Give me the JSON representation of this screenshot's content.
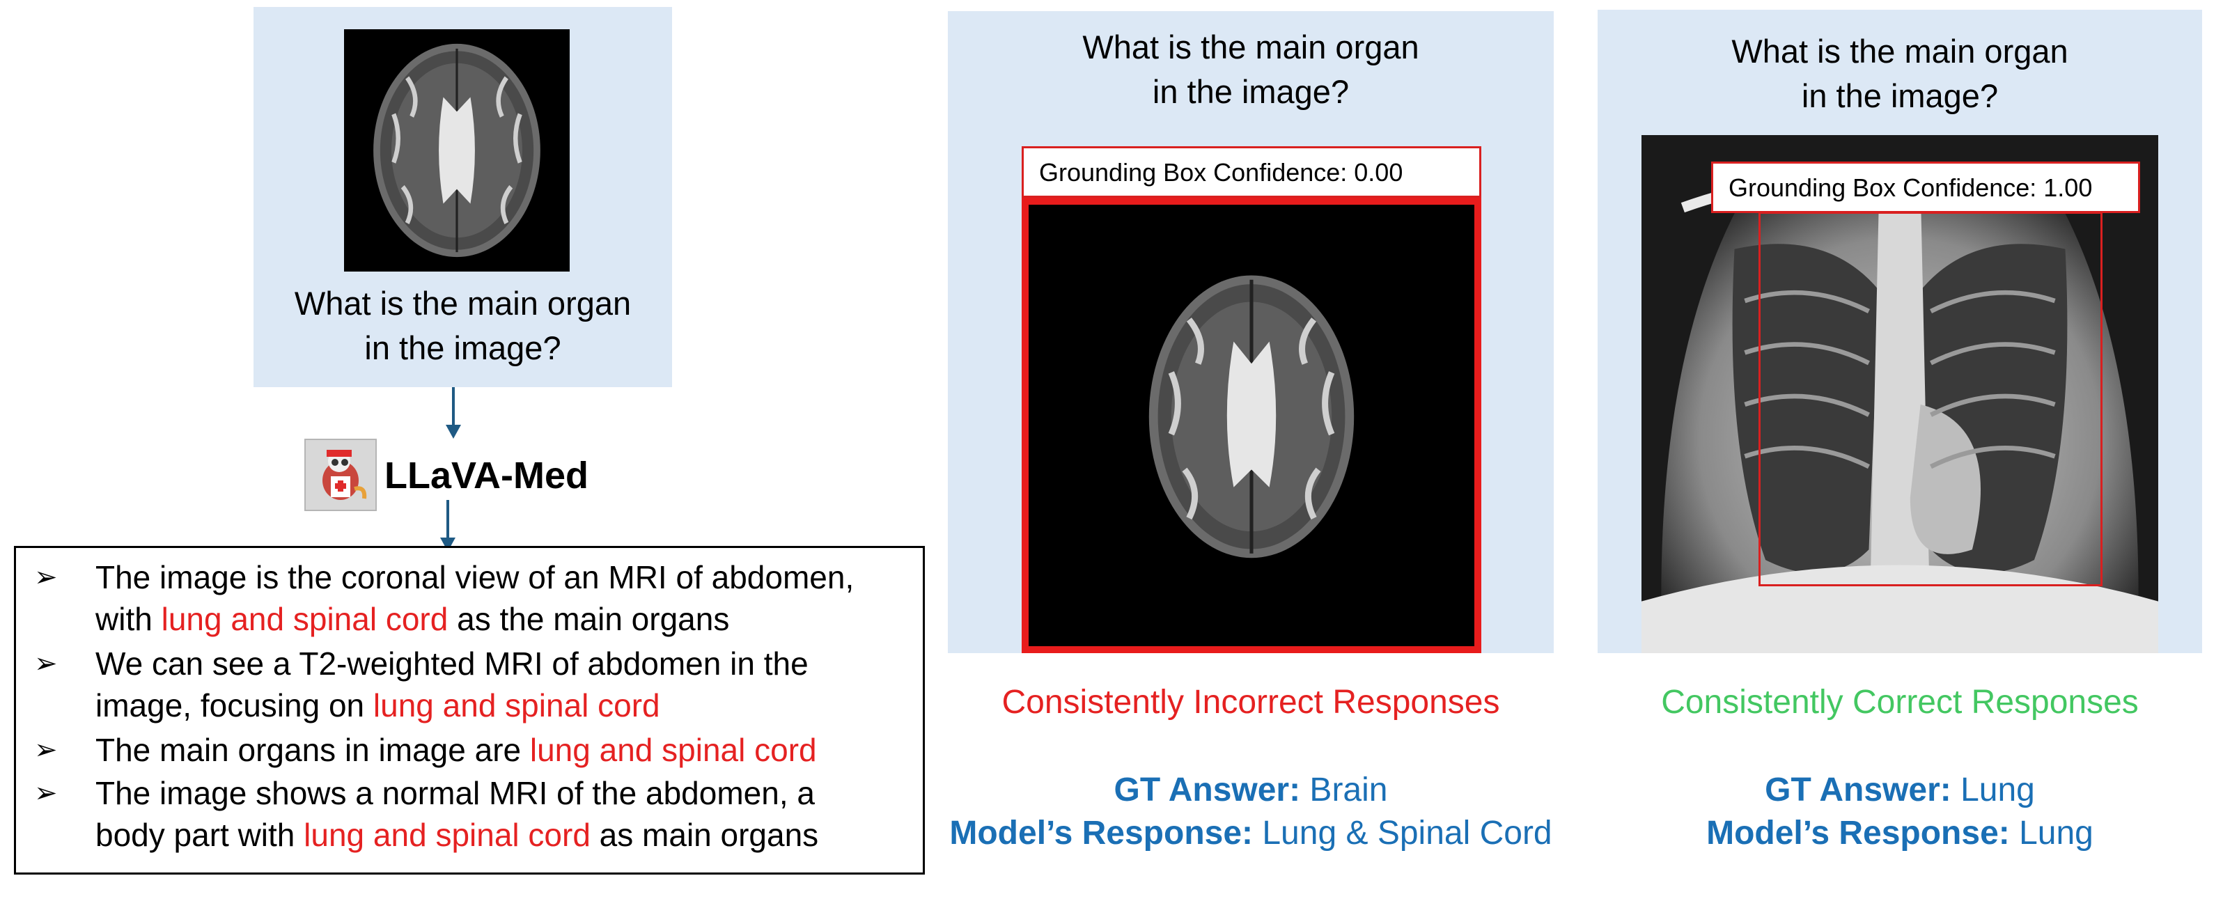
{
  "left": {
    "question_line1": "What is the main organ",
    "question_line2": "in the image?",
    "model_name": "LLaVA-Med",
    "responses": [
      {
        "pre": "The image is the coronal view of an MRI of abdomen,",
        "line2_pre": "with ",
        "highlight": "lung and spinal cord",
        "post": " as the main organs"
      },
      {
        "pre": "We can see a T2-weighted MRI of abdomen in the",
        "line2_pre": "image, focusing on ",
        "highlight": "lung and spinal cord",
        "post": ""
      },
      {
        "pre": "The main organs in image are ",
        "highlight": "lung and spinal cord"
      },
      {
        "pre": "The image shows a normal MRI of the abdomen, a",
        "line2_pre": "body part with ",
        "highlight": "lung and spinal cord",
        "post": " as main organs"
      }
    ]
  },
  "middle": {
    "question_line1": "What is the main organ",
    "question_line2": "in the image?",
    "grounding_label": "Grounding Box Confidence: 0.00",
    "result_label": "Consistently Incorrect Responses",
    "gt_key": "GT Answer:",
    "gt_value": " Brain",
    "resp_key": "Model’s Response:",
    "resp_value": " Lung & Spinal Cord"
  },
  "right": {
    "question_line1": "What is the main organ",
    "question_line2": "in the image?",
    "grounding_label": "Grounding Box Confidence: 1.00",
    "result_label": "Consistently Correct Responses",
    "gt_key": "GT Answer:",
    "gt_value": " Lung",
    "resp_key": "Model’s  Response:",
    "resp_value": " Lung"
  },
  "colors": {
    "panel": "#dce8f5",
    "incorrect": "#e52121",
    "correct": "#43c761",
    "answer_blue": "#1a6fb5",
    "arrow": "#1f5a84"
  },
  "icons": {
    "bullet": "arrowhead-bullet-icon",
    "model_logo": "llava-med-logo-icon"
  },
  "bullet_glyph": "➢"
}
